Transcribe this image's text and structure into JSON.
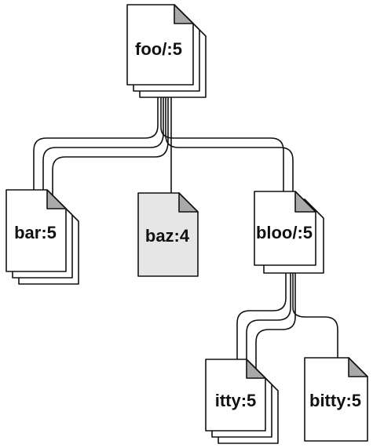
{
  "diagram": {
    "nodes": [
      {
        "id": "foo",
        "label": "foo/:5",
        "stack": 3,
        "highlighted": false
      },
      {
        "id": "bar",
        "label": "bar:5",
        "stack": 3,
        "highlighted": false
      },
      {
        "id": "baz",
        "label": "baz:4",
        "stack": 1,
        "highlighted": true
      },
      {
        "id": "bloo",
        "label": "bloo/:5",
        "stack": 2,
        "highlighted": false
      },
      {
        "id": "itty",
        "label": "itty:5",
        "stack": 3,
        "highlighted": false
      },
      {
        "id": "bitty",
        "label": "bitty:5",
        "stack": 1,
        "highlighted": false
      }
    ],
    "colors": {
      "page_fill": "#ffffff",
      "highlight_fill": "#e6e6e6",
      "fold_fill": "#a9a9a9",
      "stroke": "#111111"
    }
  }
}
